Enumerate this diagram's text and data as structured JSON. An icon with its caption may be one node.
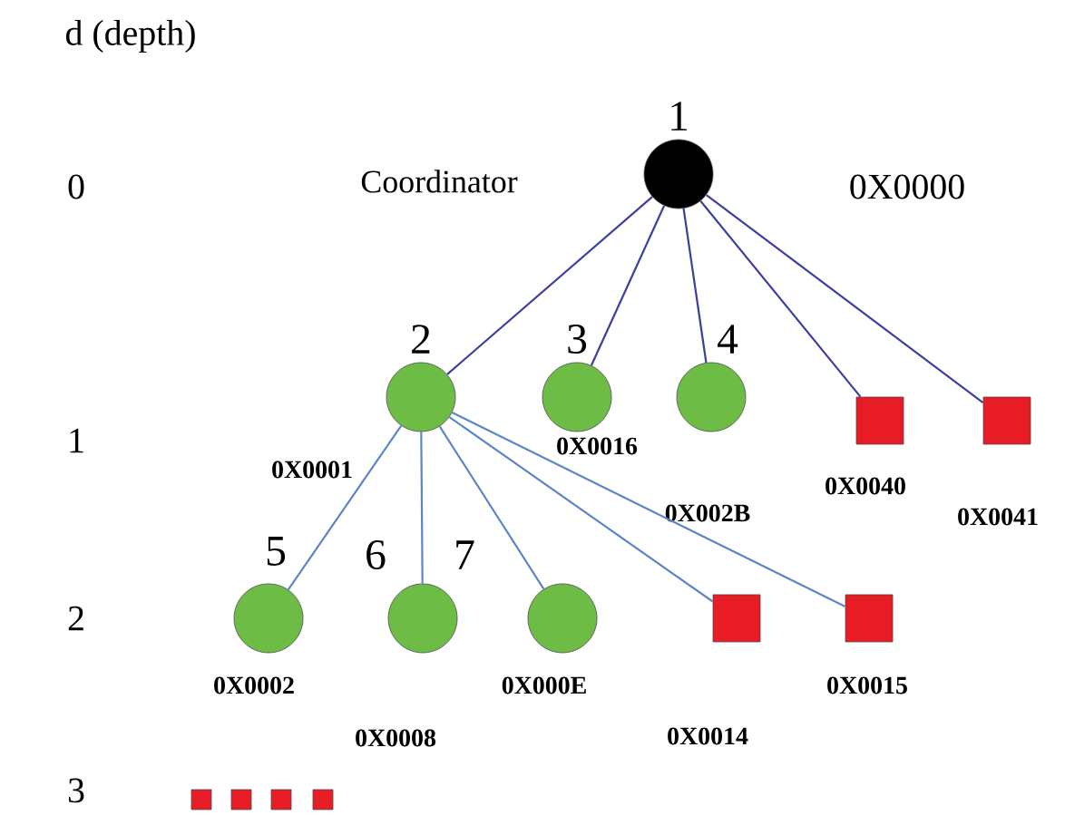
{
  "diagram": {
    "nodes": [
      {
        "text": [
          "1"
        ],
        "beside": [
          "Coordinator",
          "0X0000"
        ]
      },
      {
        "text": [
          "2"
        ],
        "beside": [
          "0X0001"
        ]
      },
      {
        "text": [
          "3"
        ],
        "beside": [
          "0X0016"
        ]
      },
      {
        "text": [
          "4"
        ],
        "beside": [
          "0X002B"
        ]
      },
      {
        "text": [],
        "shape": "box",
        "beside": [
          "0X0040"
        ]
      },
      {
        "text": [],
        "shape": "box",
        "beside": [
          "0X0041"
        ]
      },
      {
        "text": [
          "5"
        ],
        "beside": [
          "0X0002"
        ]
      },
      {
        "text": [
          "6"
        ],
        "beside": [
          "0X0008"
        ]
      },
      {
        "text": [
          "7"
        ],
        "beside": [
          "0X000E"
        ]
      },
      {
        "text": [],
        "shape": "box",
        "beside": [
          "0X0014"
        ]
      },
      {
        "text": [],
        "shape": "box",
        "beside": [
          "0X0015"
        ]
      },
      {
        "text": [],
        "shape": "box"
      },
      {
        "text": [],
        "shape": "box"
      },
      {
        "text": [],
        "shape": "box"
      },
      {
        "text": [],
        "shape": "box"
      }
    ],
    "edges": [
      {
        "from": 0,
        "to": 1,
        "arrow": "none"
      },
      {
        "from": 0,
        "to": 2,
        "arrow": "none"
      },
      {
        "from": 0,
        "to": 3,
        "arrow": "none"
      },
      {
        "from": 0,
        "to": 4,
        "arrow": "none"
      },
      {
        "from": 0,
        "to": 5,
        "arrow": "none"
      },
      {
        "from": 1,
        "to": 6,
        "arrow": "none",
        "color": "#5b86c8"
      },
      {
        "from": 1,
        "to": 7,
        "arrow": "none",
        "color": "#5b86c8"
      },
      {
        "from": 1,
        "to": 8,
        "arrow": "none",
        "color": "#5b86c8"
      },
      {
        "from": 1,
        "to": 9,
        "arrow": "none",
        "color": "#5b86c8"
      },
      {
        "from": 1,
        "to": 10,
        "arrow": "none",
        "color": "#5b86c8"
      }
    ],
    "labels": [
      "d   (depth)",
      "0",
      "1",
      "2",
      "3"
    ]
  }
}
